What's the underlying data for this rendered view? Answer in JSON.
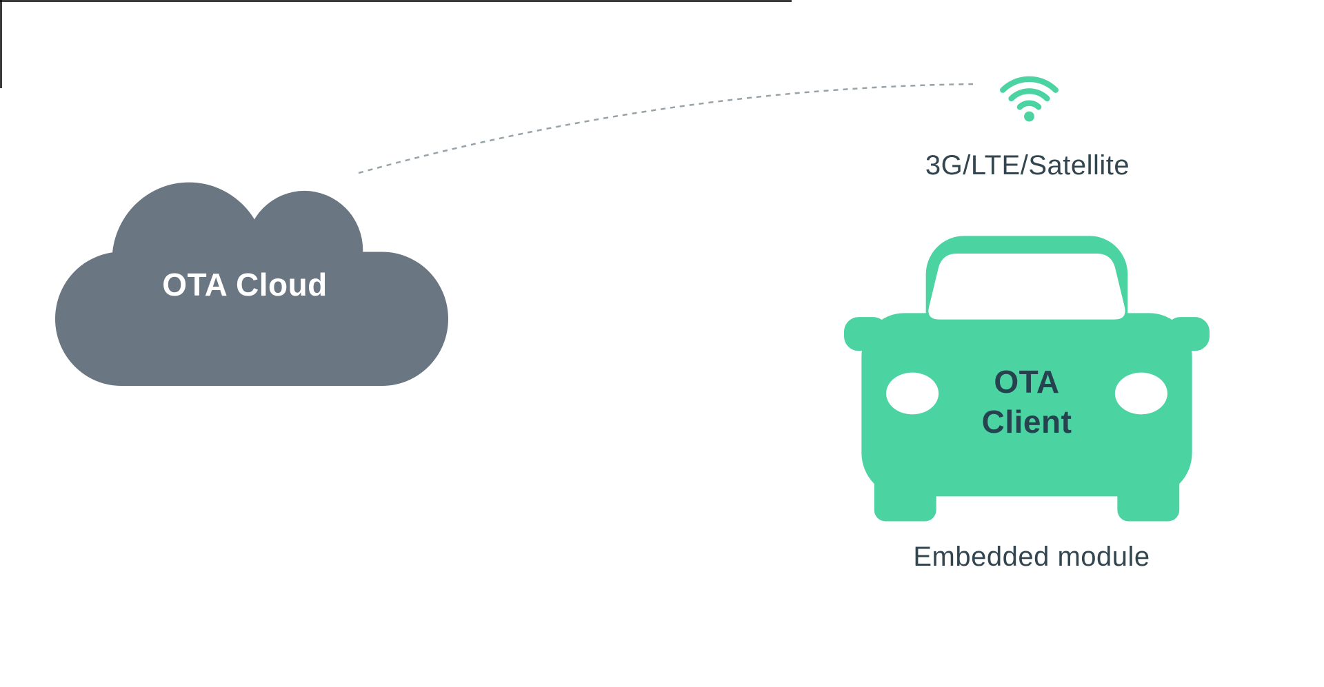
{
  "colors": {
    "background": "#ffffff",
    "cloud": "#6b7683",
    "car": "#4cd3a2",
    "label": "#33454f",
    "car_text": "#27424f",
    "line": "#97a3a9",
    "wifi": "#4cd3a2",
    "frame": "#0a0a0a"
  },
  "diagram": {
    "cloud_label": "OTA Cloud",
    "network_label": "3G/LTE/Satellite",
    "car_label_line1": "OTA",
    "car_label_line2": "Client",
    "car_caption": "Embedded module"
  }
}
